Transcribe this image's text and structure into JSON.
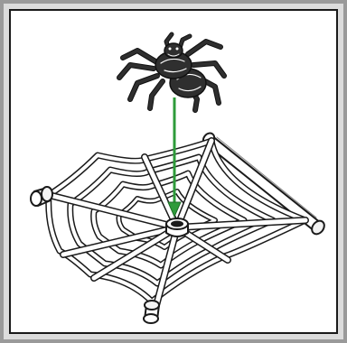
{
  "illustration": {
    "background_color": "#ffffff",
    "border_color": "#1a1a1a",
    "frame_color": "#9a9a9a",
    "piece_fill": "#ffffff",
    "piece_stroke": "#1a1a1a",
    "spider_color": "#2f2f2f",
    "spider_highlight": "#ffffff",
    "arrow_color": "#2e9b3a",
    "parts": [
      "spider",
      "spider-web",
      "bar",
      "stud",
      "arrow"
    ]
  }
}
